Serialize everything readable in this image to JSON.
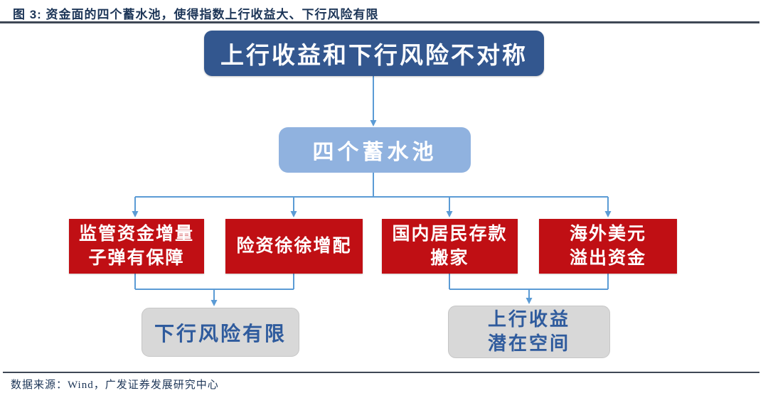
{
  "figure": {
    "title": "图 3:  资金面的四个蓄水池，使得指数上行收益大、下行风险有限",
    "source": "数据来源：Wind，广发证券发展研究中心"
  },
  "diagram": {
    "root": {
      "label": "上行收益和下行风险不对称"
    },
    "hub": {
      "label": "四个蓄水池"
    },
    "branches": [
      {
        "lines": [
          "监管资金增量",
          "子弹有保障"
        ]
      },
      {
        "lines": [
          "险资徐徐增配"
        ]
      },
      {
        "lines": [
          "国内居民存款",
          "搬家"
        ]
      },
      {
        "lines": [
          "海外美元",
          "溢出资金"
        ]
      }
    ],
    "outcomes": [
      {
        "lines": [
          "下行风险有限"
        ]
      },
      {
        "lines": [
          "上行收益",
          "潜在空间"
        ]
      }
    ]
  },
  "colors": {
    "root_box_blue": "#33578F",
    "hub_box_light_blue": "#90B2DF",
    "branch_box_red": "#C00F14",
    "outcome_box_gray": "#D8D8D8",
    "outcome_text_blue": "#2F5B9D",
    "arrow_blue": "#5B9BD5",
    "title_navy": "#1C3557"
  }
}
